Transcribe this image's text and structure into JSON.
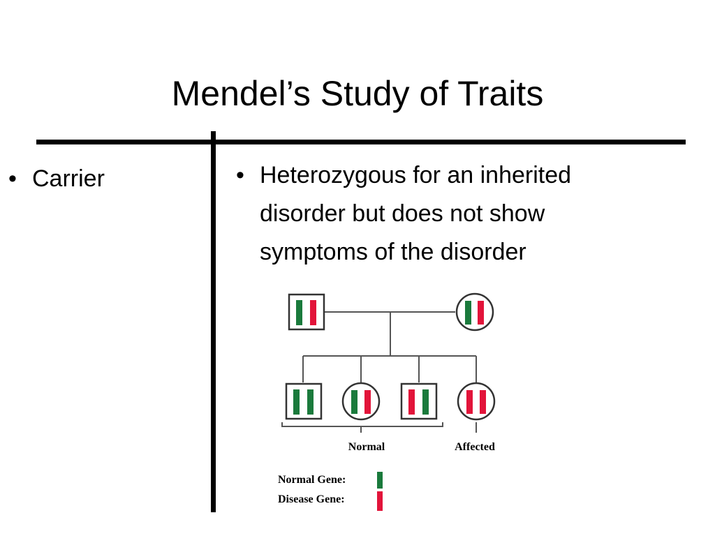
{
  "slide": {
    "title": "Mendel’s Study of Traits",
    "term": "Carrier",
    "definition": "Heterozygous for an inherited disorder but does not show symptoms of the disorder",
    "bullet": "•"
  },
  "pedigree": {
    "group_labels": {
      "normal": "Normal",
      "affected": "Affected"
    },
    "legend": {
      "normal_gene": "Normal Gene:",
      "disease_gene": "Disease Gene:"
    },
    "colors": {
      "normal": "#1a7a3c",
      "disease": "#e2143a",
      "line": "#555555"
    },
    "parents": [
      {
        "sex": "male",
        "chromosomes": [
          "normal",
          "disease"
        ]
      },
      {
        "sex": "female",
        "chromosomes": [
          "normal",
          "disease"
        ]
      }
    ],
    "children": [
      {
        "sex": "male",
        "chromosomes": [
          "normal",
          "normal"
        ],
        "group": "Normal"
      },
      {
        "sex": "female",
        "chromosomes": [
          "normal",
          "disease"
        ],
        "group": "Normal"
      },
      {
        "sex": "male",
        "chromosomes": [
          "disease",
          "normal"
        ],
        "group": "Normal"
      },
      {
        "sex": "female",
        "chromosomes": [
          "disease",
          "disease"
        ],
        "group": "Affected"
      }
    ]
  }
}
